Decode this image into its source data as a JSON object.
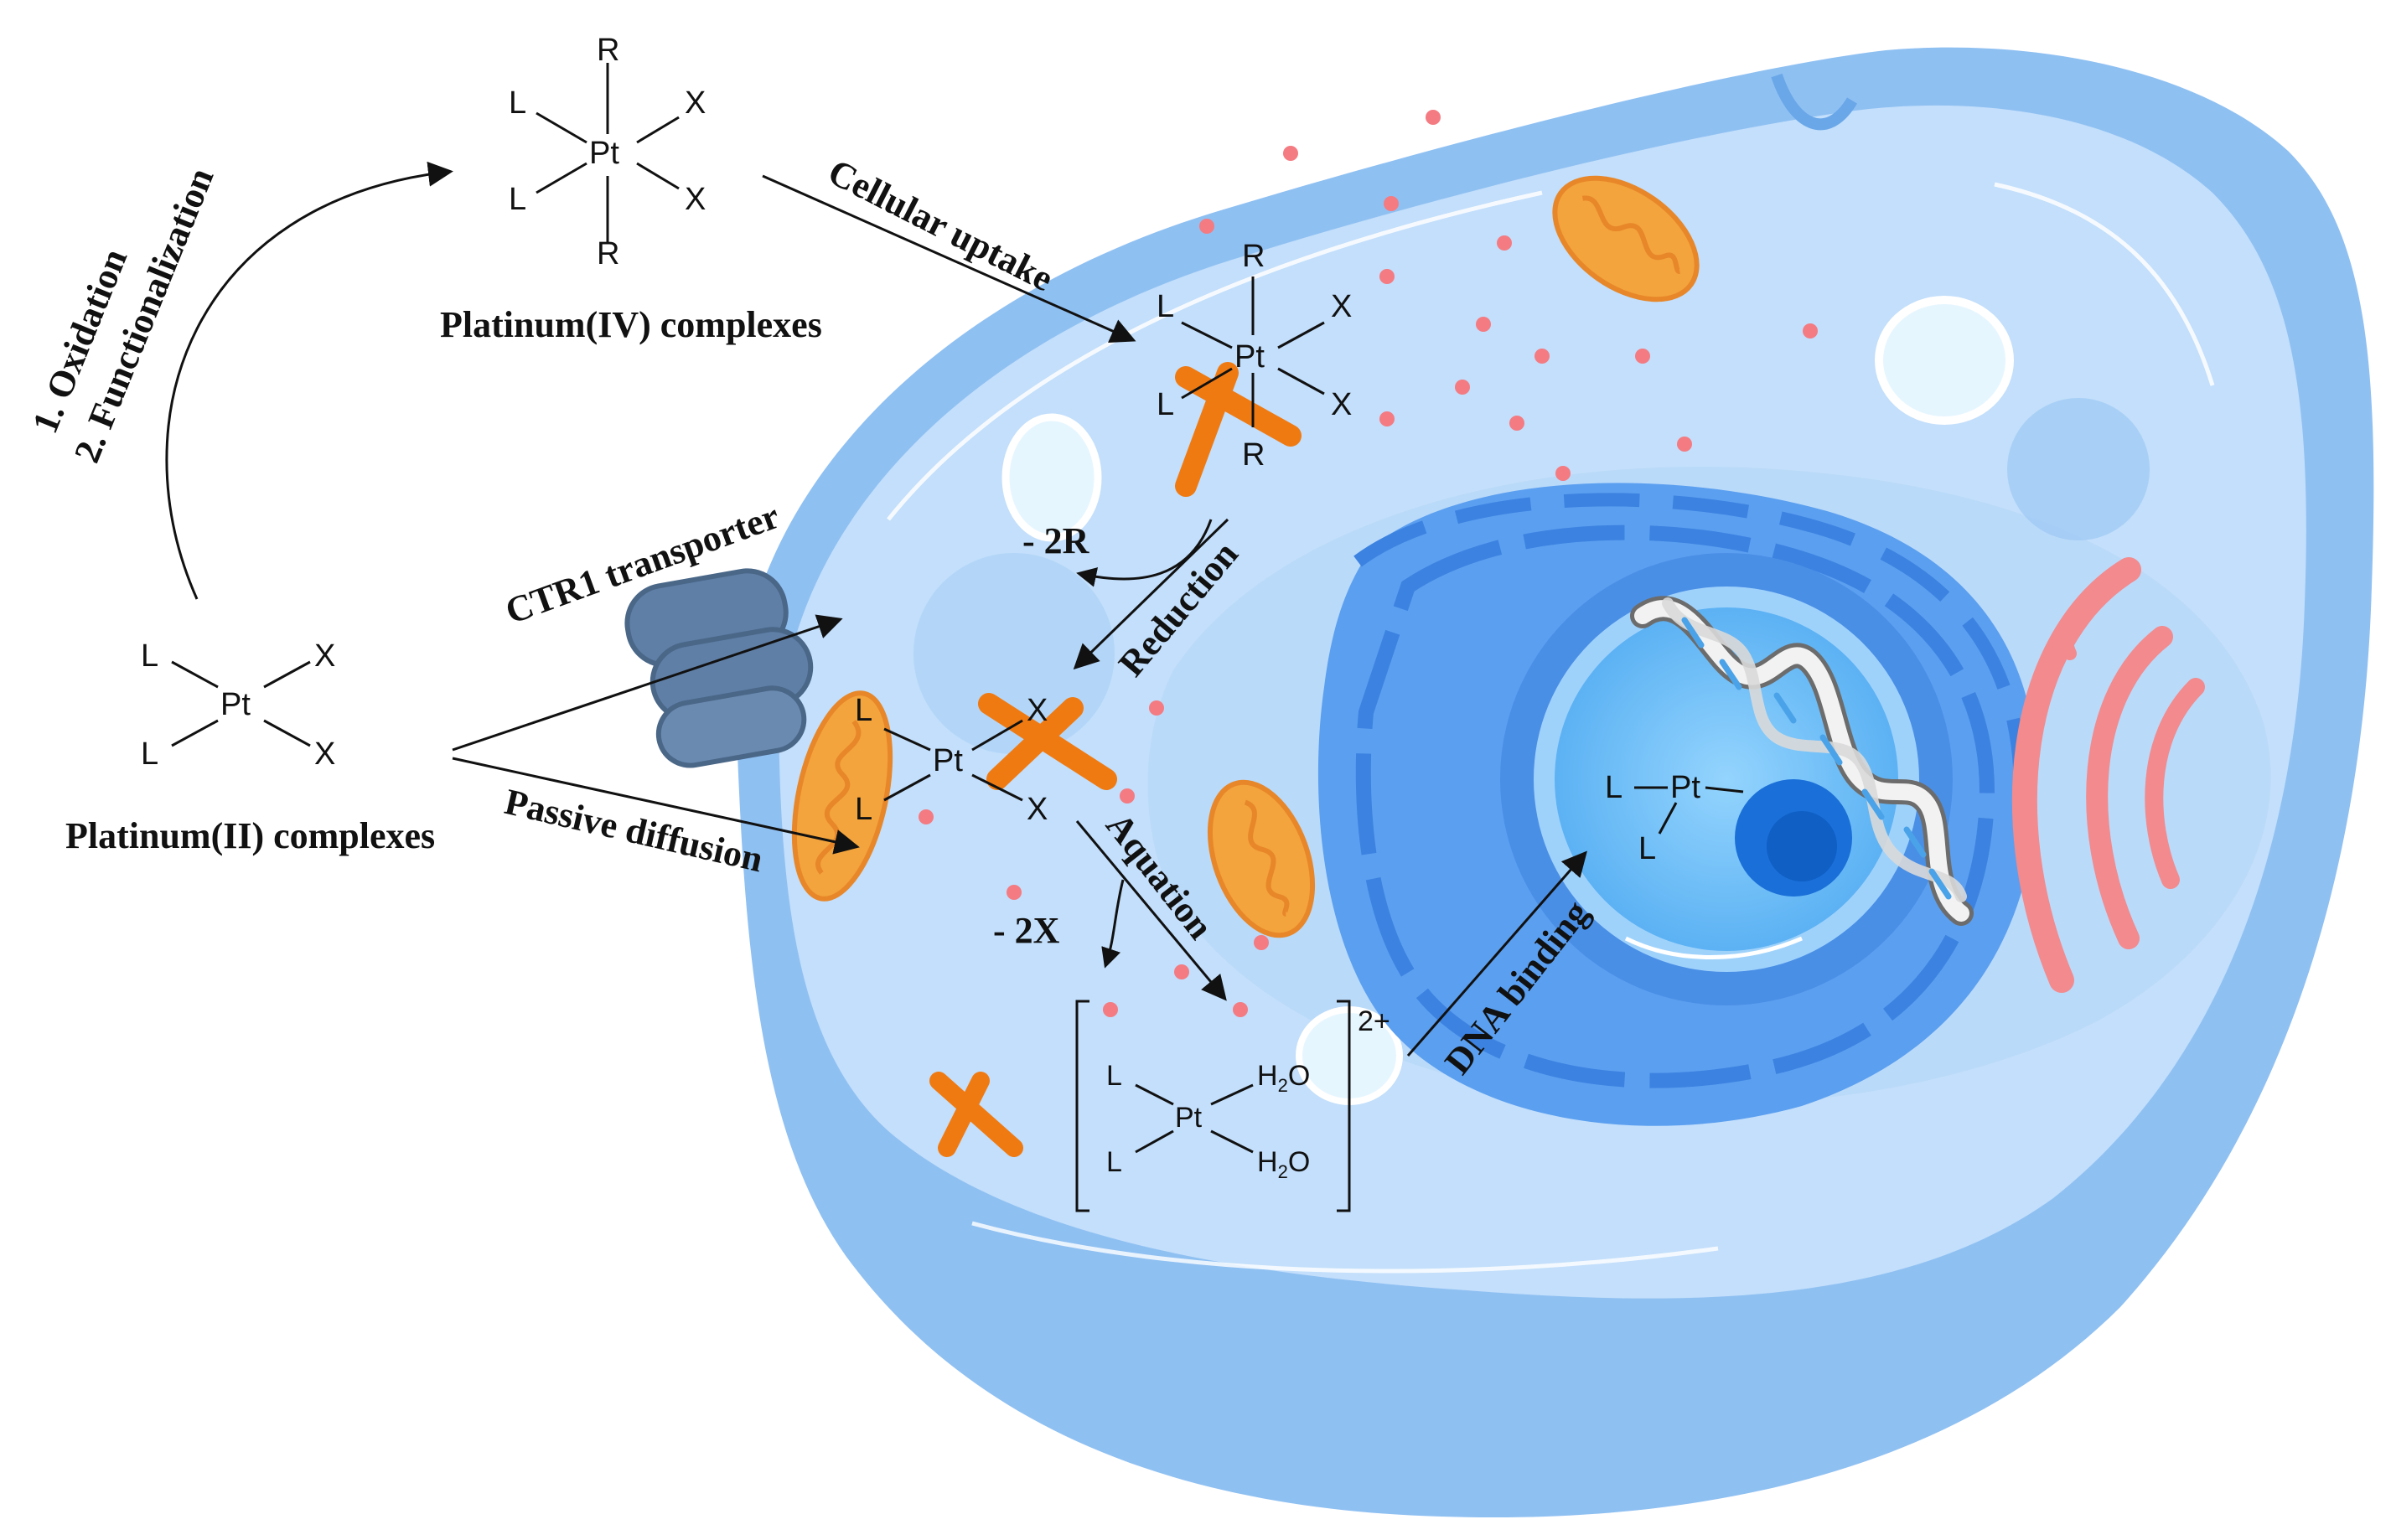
{
  "labels": {
    "pt2_complexes": "Platinum(II) complexes",
    "pt4_complexes": "Platinum(IV) complexes",
    "step_oxidation": "1.  Oxidation",
    "step_functionalization": "2.  Functionalization",
    "cellular_uptake": "Cellular uptake",
    "ctr1_transporter": "CTR1 transporter",
    "passive_diffusion": "Passive diffusion",
    "reduction": "Reduction",
    "minus_2r": "- 2R",
    "aquation": "Aquation",
    "minus_2x": "- 2X",
    "dna_binding": "DNA binding",
    "charge": "2+"
  },
  "atoms": {
    "pt": "Pt",
    "l": "L",
    "x": "X",
    "r": "R",
    "h2o": "H",
    "h2o_sub": "2",
    "h2o_o": "O"
  },
  "colors": {
    "cell_outer": "#8fc0f2",
    "cell_inner": "#c3dffb",
    "nucleus": "#4a8fe6",
    "mitochondria": "#f3a43c",
    "golgi": "#f28a8e",
    "transporter": "#5f7fa6",
    "cross": "#f07a12",
    "dots": "#f47b82"
  }
}
